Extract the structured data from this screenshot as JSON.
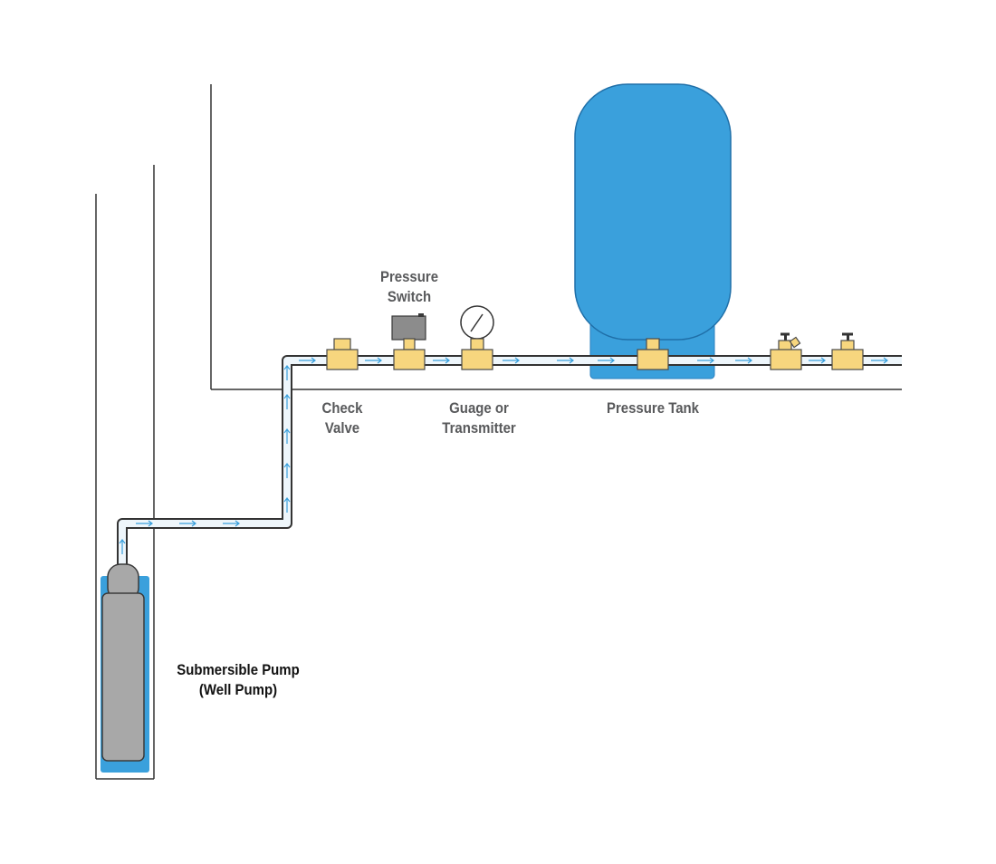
{
  "colors": {
    "water": "#3aa0dc",
    "water_dark": "#2a7fbf",
    "pump_body": "#a8a8a8",
    "pump_outline": "#3a3a3a",
    "fitting": "#f7d67e",
    "fitting_outline": "#4a4a4a",
    "switch_box": "#8c8c8c",
    "pipe_fill": "#eef6fb",
    "line": "#333333",
    "flow_arrow": "#3aa0dc"
  },
  "labels": {
    "pressure_switch": [
      "Pressure",
      "Switch"
    ],
    "check_valve": [
      "Check",
      "Valve"
    ],
    "gauge": [
      "Guage or",
      "Transmitter"
    ],
    "pressure_tank": [
      "Pressure Tank"
    ],
    "pump": [
      "Submersible Pump",
      "(Well Pump)"
    ]
  },
  "icons": {
    "flow": "flow-arrow-icon",
    "gauge": "pressure-gauge-icon",
    "valve": "gate-valve-icon"
  }
}
